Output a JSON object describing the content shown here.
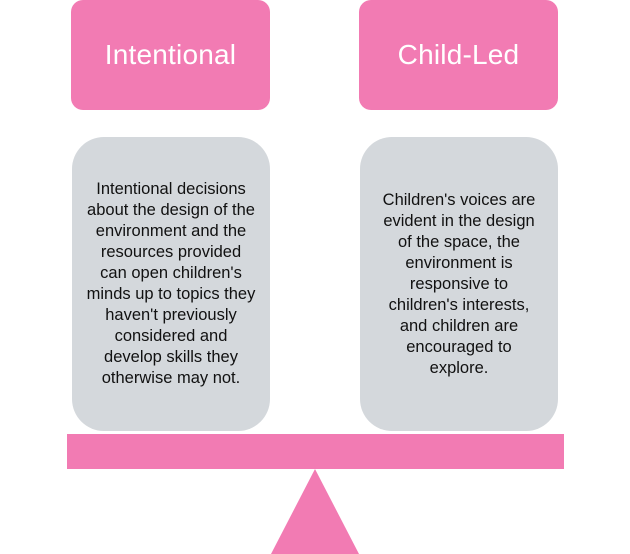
{
  "colors": {
    "header_fill": "#f27bb3",
    "box_fill": "#d4d8dc",
    "beam_fill": "#f27bb3",
    "fulcrum_fill": "#f27bb3"
  },
  "left": {
    "title": "Intentional",
    "description": "Intentional decisions about the design of the environment and the resources provided can open children's minds up to topics they haven't previously considered and develop skills they otherwise may not."
  },
  "right": {
    "title": "Child-Led",
    "description": "Children's voices are evident in the design of the space, the environment is responsive to children's interests, and children are encouraged to explore."
  }
}
